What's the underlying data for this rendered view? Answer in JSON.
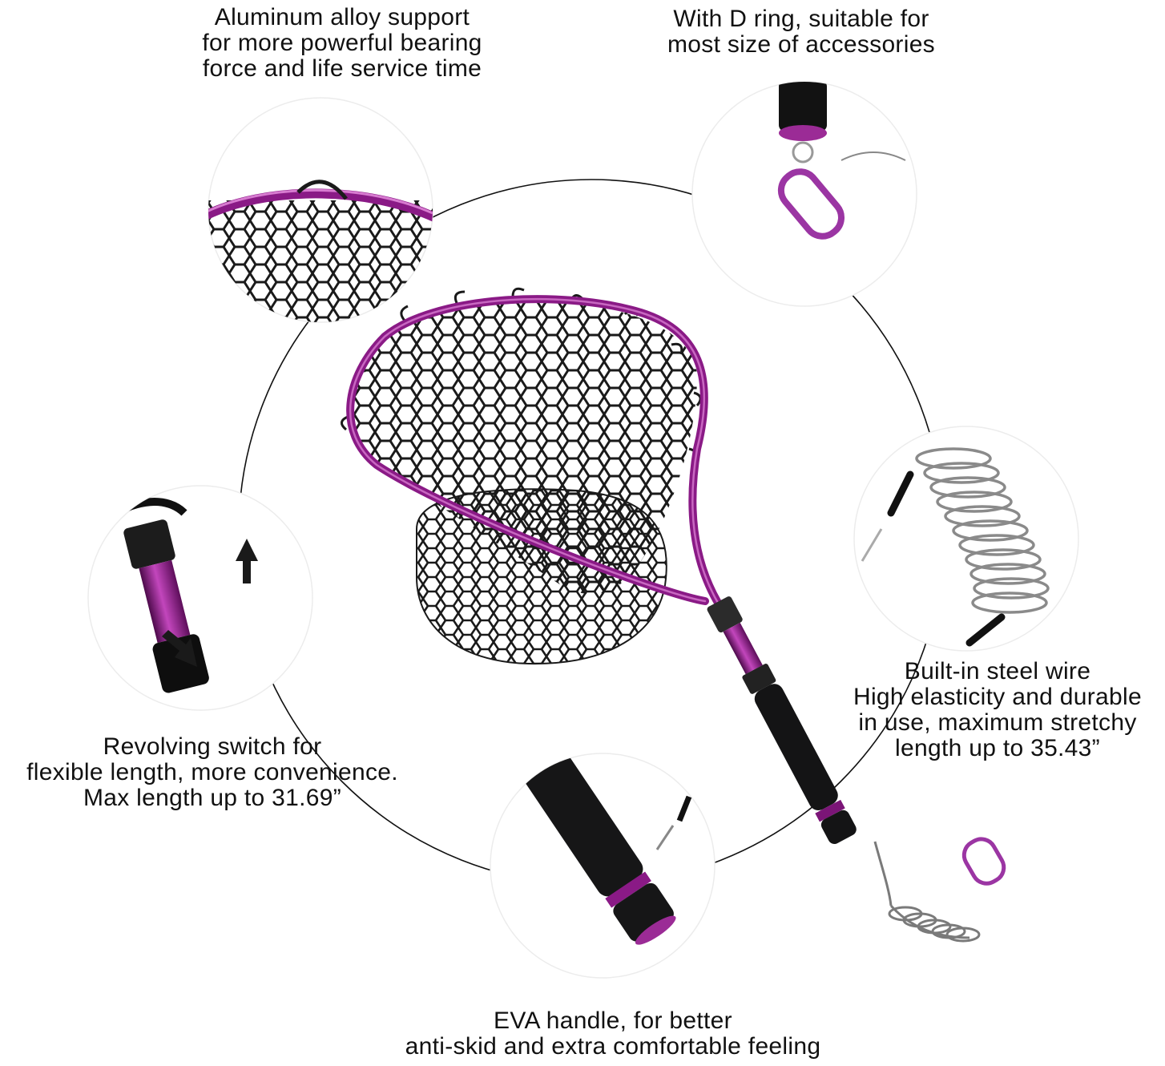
{
  "colors": {
    "frame_purple": "#8a1a86",
    "net_black": "#1a1a1a",
    "grip_black": "#0f0f10",
    "background": "#ffffff",
    "outline_gray": "#e8e8e8"
  },
  "captions": {
    "aluminum": [
      "Aluminum alloy support",
      "for more powerful bearing",
      "force and life service time"
    ],
    "d_ring": [
      "With D ring, suitable for",
      "most size of accessories"
    ],
    "revolving": [
      "Revolving switch for",
      "flexible length, more convenience.",
      "Max length up to 31.69”"
    ],
    "steel_wire": [
      "Built-in steel wire",
      "High elasticity and durable",
      "in use, maximum stretchy",
      "length up to 35.43”"
    ],
    "eva": [
      "EVA handle, for better",
      "anti-skid and extra comfortable feeling"
    ]
  },
  "icons": {
    "up_arrow": "up-arrow-icon",
    "down_arrow": "down-arrow-icon"
  }
}
